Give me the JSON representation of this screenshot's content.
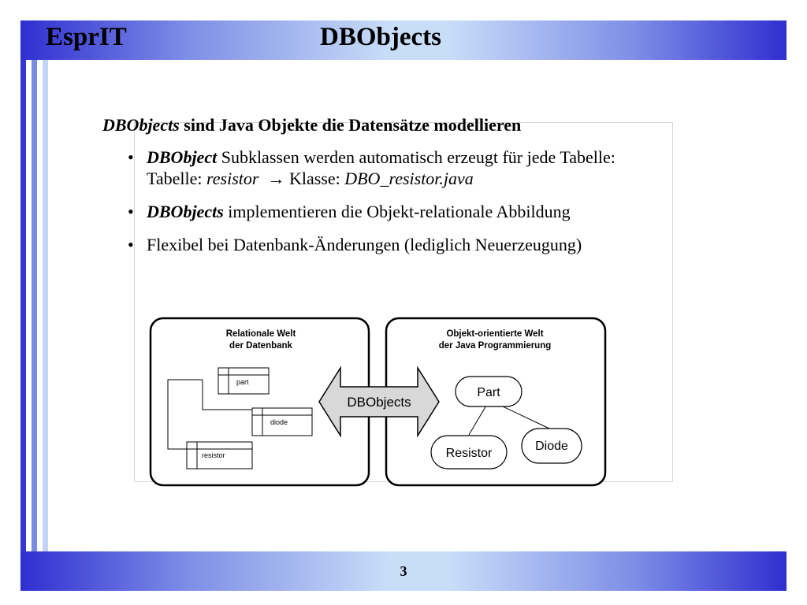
{
  "header": {
    "brand": "EsprIT",
    "title": "DBObjects"
  },
  "content": {
    "heading_italic": "DBObjects",
    "heading_rest": " sind Java Objekte die Datensätze modellieren",
    "bullets": [
      {
        "bold_italic": "DBObject",
        "text": " Subklassen werden automatisch erzeugt für jede Tabelle:",
        "line2_prefix": "Tabelle: ",
        "line2_italic": "resistor",
        "arrow": "→",
        "line2_middle": " Klasse: ",
        "line2_italic_end": "DBO_resistor.java"
      },
      {
        "bold_italic": "DBObjects",
        "text": " implementieren die Objekt-relationale Abbildung"
      },
      {
        "text": "Flexibel bei Datenbank-Änderungen (lediglich Neuerzeugung)"
      }
    ],
    "bullet_char": "•"
  },
  "diagram": {
    "left_panel_title": [
      "Relationale Welt",
      "der Datenbank"
    ],
    "right_panel_title": [
      "Objekt-orientierte Welt",
      "der Java Programmierung"
    ],
    "tables": [
      "part",
      "diode",
      "resistor"
    ],
    "center_label": "DBObjects",
    "objects": [
      "Part",
      "Resistor",
      "Diode"
    ]
  },
  "footer": {
    "page_number": "3"
  }
}
